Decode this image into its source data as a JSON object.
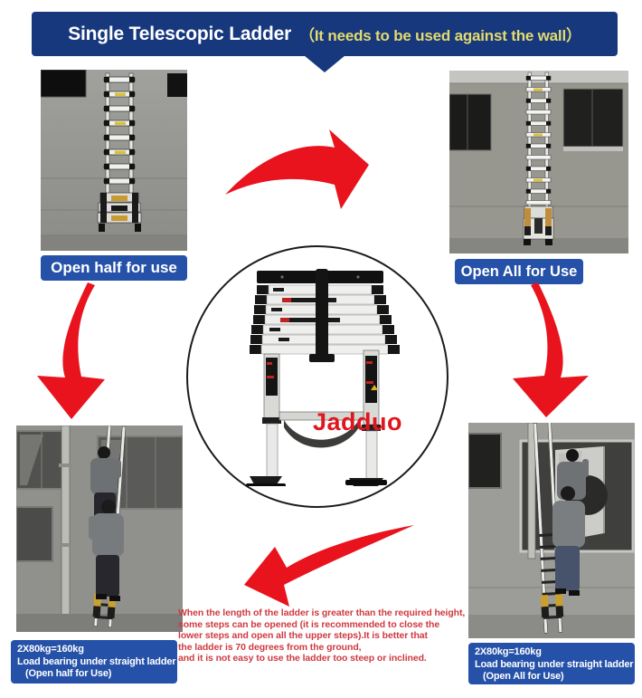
{
  "header": {
    "title": "Single Telescopic Ladder",
    "note": "（It needs to be used against the wall）"
  },
  "labels": {
    "top_left": "Open half for use",
    "top_right": "Open All for Use",
    "bottom_left": {
      "line1": "2X80kg=160kg",
      "line2": "Load bearing under straight ladder",
      "line3": "(Open half for Use)"
    },
    "bottom_right": {
      "line1": "2X80kg=160kg",
      "line2": "Load bearing under straight ladder",
      "line3": "(Open All for Use)"
    }
  },
  "brand": "Jadduo",
  "advice": {
    "line1": "When the length of the ladder is greater than the required height,",
    "line2": "some steps can be opened (it is recommended to close the",
    "line3": "lower steps and open all the upper steps).It is better that",
    "line4": "the ladder is 70 degrees from the ground,",
    "line5": "and it is not easy to use the ladder too steep or inclined."
  },
  "photos": {
    "top_left": "half-extended telescopic ladder against wall",
    "top_right": "fully extended telescopic ladder against wall",
    "bottom_left": "two workers climbing half-opened ladder",
    "bottom_right": "two workers on fully opened ladder at window"
  },
  "colors": {
    "header_bg": "#17387d",
    "header_note_text": "#e3db6e",
    "label_bg": "#2551a8",
    "arrow_red": "#e8131d",
    "advice_text_red": "#cf3a40",
    "brand_red": "#e0161f"
  }
}
